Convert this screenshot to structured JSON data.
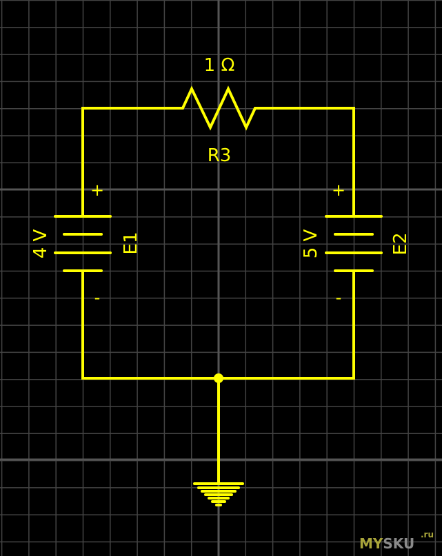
{
  "schematic": {
    "background": "#000000",
    "wire_color": "#ffff00",
    "grid_color": "#444444",
    "axis_color": "#555555",
    "components": [
      {
        "id": "R3",
        "type": "resistor",
        "label": "R3",
        "value": "1 Ω"
      },
      {
        "id": "E1",
        "type": "battery",
        "label": "E1",
        "value": "4 V",
        "plus": "+",
        "minus": "-"
      },
      {
        "id": "E2",
        "type": "battery",
        "label": "E2",
        "value": "5 V",
        "plus": "+",
        "minus": "-"
      },
      {
        "id": "GND",
        "type": "ground"
      }
    ]
  },
  "watermark": {
    "part1": "MY",
    "part2": "SKU",
    "suffix": ".ru"
  }
}
